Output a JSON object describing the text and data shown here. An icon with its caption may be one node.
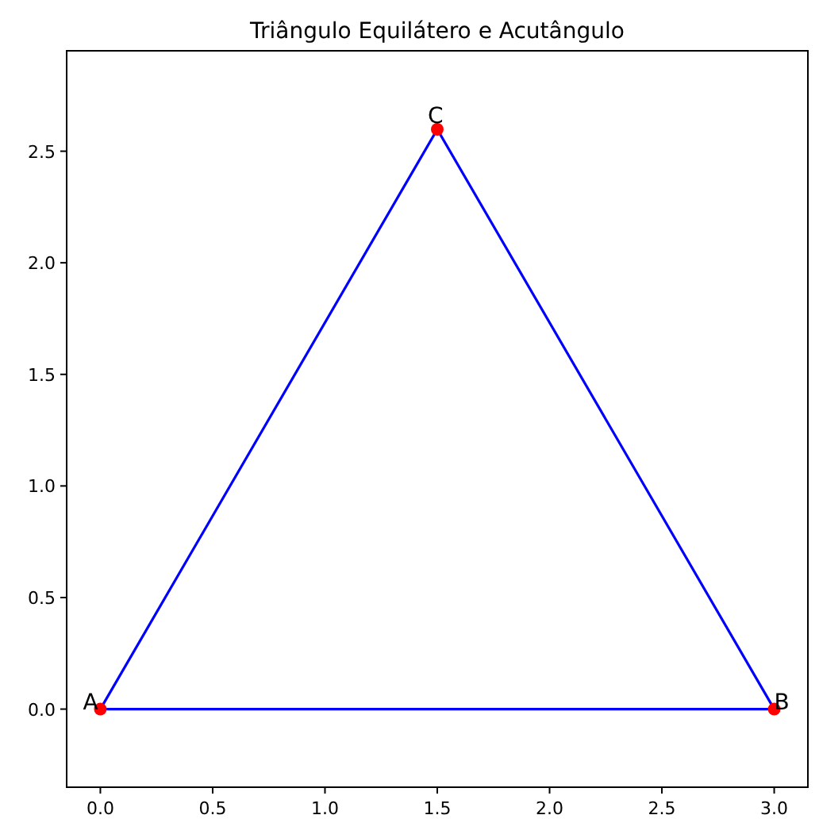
{
  "diagram": {
    "chart_data": {
      "type": "line",
      "title": "Triângulo Equilátero e Acutângulo",
      "x": [
        0,
        1.5,
        3
      ],
      "series": [
        {
          "color": "#0000ff",
          "values": [
            0,
            2.598,
            0
          ],
          "marker": "o"
        },
        {
          "color": "#0000ff",
          "values": [
            0,
            0,
            0
          ]
        }
      ],
      "xlim": [
        -0.15,
        3.15
      ],
      "ylim": [
        -0.35,
        2.95
      ],
      "xticks": [
        {
          "value": 0,
          "label": "0.0"
        },
        {
          "value": 0.5,
          "label": "0.5"
        },
        {
          "value": 1,
          "label": "1.0"
        },
        {
          "value": 1.5,
          "label": "1.5"
        },
        {
          "value": 2,
          "label": "2.0"
        },
        {
          "value": 2.5,
          "label": "2.5"
        },
        {
          "value": 3,
          "label": "3.0"
        }
      ],
      "yticks": [
        {
          "value": 0,
          "label": "0.0"
        },
        {
          "value": 0.5,
          "label": "0.5"
        },
        {
          "value": 1,
          "label": "1.0"
        },
        {
          "value": 1.5,
          "label": "1.5"
        },
        {
          "value": 2,
          "label": "2.0"
        },
        {
          "value": 2.5,
          "label": "2.5"
        }
      ],
      "annotations": [
        {
          "text": "A",
          "x": 0,
          "y": 0
        },
        {
          "text": "B",
          "x": 3,
          "y": 0
        },
        {
          "text": "C",
          "x": 1.5,
          "y": 2.598
        }
      ]
    }
  }
}
